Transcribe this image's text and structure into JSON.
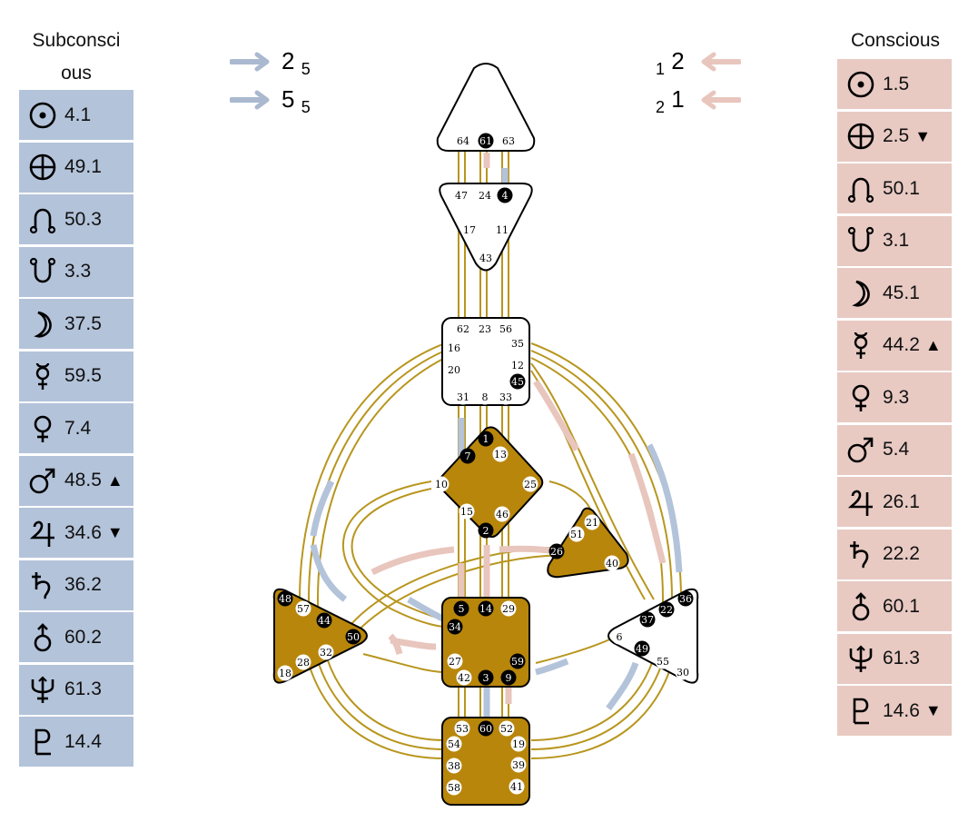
{
  "subconscious": {
    "title_line1": "Subconsci",
    "title_line2": "ous",
    "rows": [
      {
        "glyph": "sun-icon",
        "value": "4.1",
        "mark": ""
      },
      {
        "glyph": "earth-icon",
        "value": "49.1",
        "mark": ""
      },
      {
        "glyph": "north-node-icon",
        "value": "50.3",
        "mark": ""
      },
      {
        "glyph": "south-node-icon",
        "value": "3.3",
        "mark": ""
      },
      {
        "glyph": "moon-icon",
        "value": "37.5",
        "mark": ""
      },
      {
        "glyph": "mercury-icon",
        "value": "59.5",
        "mark": ""
      },
      {
        "glyph": "venus-icon",
        "value": "7.4",
        "mark": ""
      },
      {
        "glyph": "mars-icon",
        "value": "48.5",
        "mark": "▲"
      },
      {
        "glyph": "jupiter-icon",
        "value": "34.6",
        "mark": "▼"
      },
      {
        "glyph": "saturn-icon",
        "value": "36.2",
        "mark": ""
      },
      {
        "glyph": "uranus-icon",
        "value": "60.2",
        "mark": ""
      },
      {
        "glyph": "neptune-icon",
        "value": "61.3",
        "mark": ""
      },
      {
        "glyph": "pluto-icon",
        "value": "14.4",
        "mark": ""
      }
    ]
  },
  "conscious": {
    "title": "Conscious",
    "rows": [
      {
        "glyph": "sun-icon",
        "value": "1.5",
        "mark": ""
      },
      {
        "glyph": "earth-icon",
        "value": "2.5",
        "mark": "▼"
      },
      {
        "glyph": "north-node-icon",
        "value": "50.1",
        "mark": ""
      },
      {
        "glyph": "south-node-icon",
        "value": "3.1",
        "mark": ""
      },
      {
        "glyph": "moon-icon",
        "value": "45.1",
        "mark": ""
      },
      {
        "glyph": "mercury-icon",
        "value": "44.2",
        "mark": "▲"
      },
      {
        "glyph": "venus-icon",
        "value": "9.3",
        "mark": ""
      },
      {
        "glyph": "mars-icon",
        "value": "5.4",
        "mark": ""
      },
      {
        "glyph": "jupiter-icon",
        "value": "26.1",
        "mark": ""
      },
      {
        "glyph": "saturn-icon",
        "value": "22.2",
        "mark": ""
      },
      {
        "glyph": "uranus-icon",
        "value": "60.1",
        "mark": ""
      },
      {
        "glyph": "neptune-icon",
        "value": "61.3",
        "mark": ""
      },
      {
        "glyph": "pluto-icon",
        "value": "14.6",
        "mark": "▼"
      }
    ]
  },
  "variables": {
    "left_top": {
      "main": "2",
      "sub": "5"
    },
    "left_bottom": {
      "main": "5",
      "sub": "5"
    },
    "right_top": {
      "main": "2",
      "sub": "1"
    },
    "right_bottom": {
      "main": "1",
      "sub": "2"
    }
  },
  "colors": {
    "defined_center": "#b8860b",
    "subconscious": "#b3c3da",
    "conscious": "#e8cac3",
    "channel_line": "#b8961e"
  },
  "centers": {
    "head": {
      "gates": [
        "64",
        "61",
        "63"
      ]
    },
    "ajna": {
      "gates": [
        "47",
        "24",
        "4",
        "17",
        "11",
        "43"
      ]
    },
    "throat": {
      "gates": [
        "62",
        "23",
        "56",
        "16",
        "35",
        "20",
        "12",
        "45",
        "31",
        "8",
        "33"
      ]
    },
    "g": {
      "gates": [
        "1",
        "7",
        "13",
        "10",
        "25",
        "15",
        "46",
        "2"
      ]
    },
    "ego": {
      "gates": [
        "21",
        "51",
        "26",
        "40"
      ]
    },
    "spleen": {
      "gates": [
        "48",
        "57",
        "44",
        "50",
        "32",
        "28",
        "18"
      ]
    },
    "sacral": {
      "gates": [
        "5",
        "14",
        "29",
        "34",
        "27",
        "59",
        "42",
        "3",
        "9"
      ]
    },
    "solar_plexus": {
      "gates": [
        "36",
        "22",
        "37",
        "6",
        "49",
        "55",
        "30"
      ]
    },
    "root": {
      "gates": [
        "53",
        "60",
        "52",
        "54",
        "19",
        "38",
        "39",
        "58",
        "41"
      ]
    }
  },
  "active_gates": [
    "61",
    "4",
    "45",
    "1",
    "7",
    "2",
    "26",
    "48",
    "44",
    "50",
    "5",
    "14",
    "34",
    "59",
    "3",
    "9",
    "36",
    "22",
    "37",
    "49",
    "60"
  ]
}
